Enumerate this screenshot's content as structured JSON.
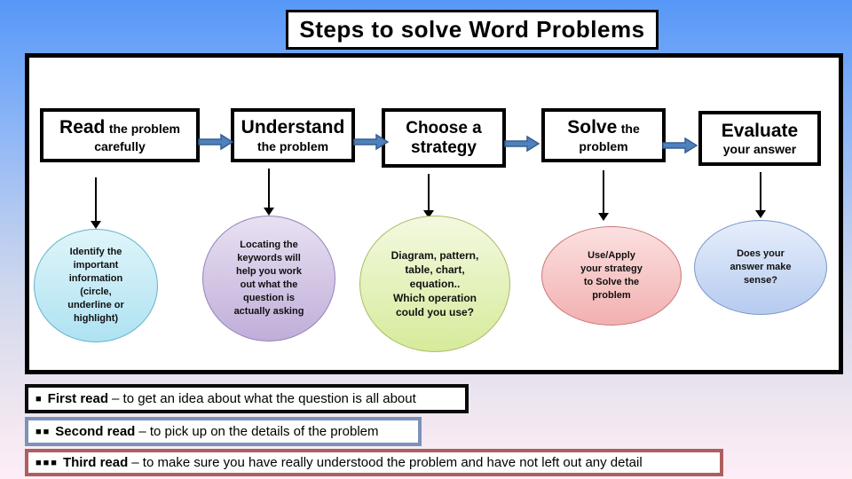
{
  "title": "Steps to solve Word Problems",
  "colors": {
    "block_arrow_fill": "#4f81bd",
    "block_arrow_stroke": "#365f91",
    "note1_border": "#0a0a0a",
    "note2_border": "#7b93bb",
    "note3_border": "#ad5f5f"
  },
  "steps": [
    {
      "box_big": "Read",
      "box_small": "the problem",
      "box_line2": "carefully",
      "bubble": "Identify the\nimportant\ninformation\n(circle,\nunderline or\nhighlight)",
      "bubble_fill_top": "#dff5fa",
      "bubble_fill_bottom": "#aee2f2",
      "bubble_border": "#62b4c8"
    },
    {
      "box_big": "Understand",
      "box_small": "",
      "box_line2": "the problem",
      "bubble": "Locating the\nkeywords will\nhelp you work\nout what the\nquestion is\nactually asking",
      "bubble_fill_top": "#e8e1f2",
      "bubble_fill_bottom": "#c0aed9",
      "bubble_border": "#9582ba"
    },
    {
      "box_big": "Choose a",
      "box_small": "",
      "box_line2": "strategy",
      "bubble": "Diagram, pattern,\ntable, chart,\nequation..\nWhich operation\ncould you use?",
      "bubble_fill_top": "#f3f9e0",
      "bubble_fill_bottom": "#d6eb9b",
      "bubble_border": "#a9ba66"
    },
    {
      "box_big": "Solve",
      "box_small": "the",
      "box_line2": "problem",
      "bubble": "Use/Apply\nyour strategy\nto Solve the\nproblem",
      "bubble_fill_top": "#fbe0e0",
      "bubble_fill_bottom": "#f3b0b0",
      "bubble_border": "#c87878"
    },
    {
      "box_big": "Evaluate",
      "box_small": "",
      "box_line2": "your answer",
      "bubble": "Does your\nanswer make\nsense?",
      "bubble_fill_top": "#e6eefb",
      "bubble_fill_bottom": "#b6cbf0",
      "bubble_border": "#7b97c9"
    }
  ],
  "notes": [
    {
      "bullets": "■",
      "label": "First read",
      "text": "– to get an idea about what the question is all about"
    },
    {
      "bullets": "■■",
      "label": "Second read",
      "text": "– to pick up on the details of the problem"
    },
    {
      "bullets": "■■■",
      "label": "Third read",
      "text": "– to make sure you have really understood the problem and have not left out any detail"
    }
  ]
}
